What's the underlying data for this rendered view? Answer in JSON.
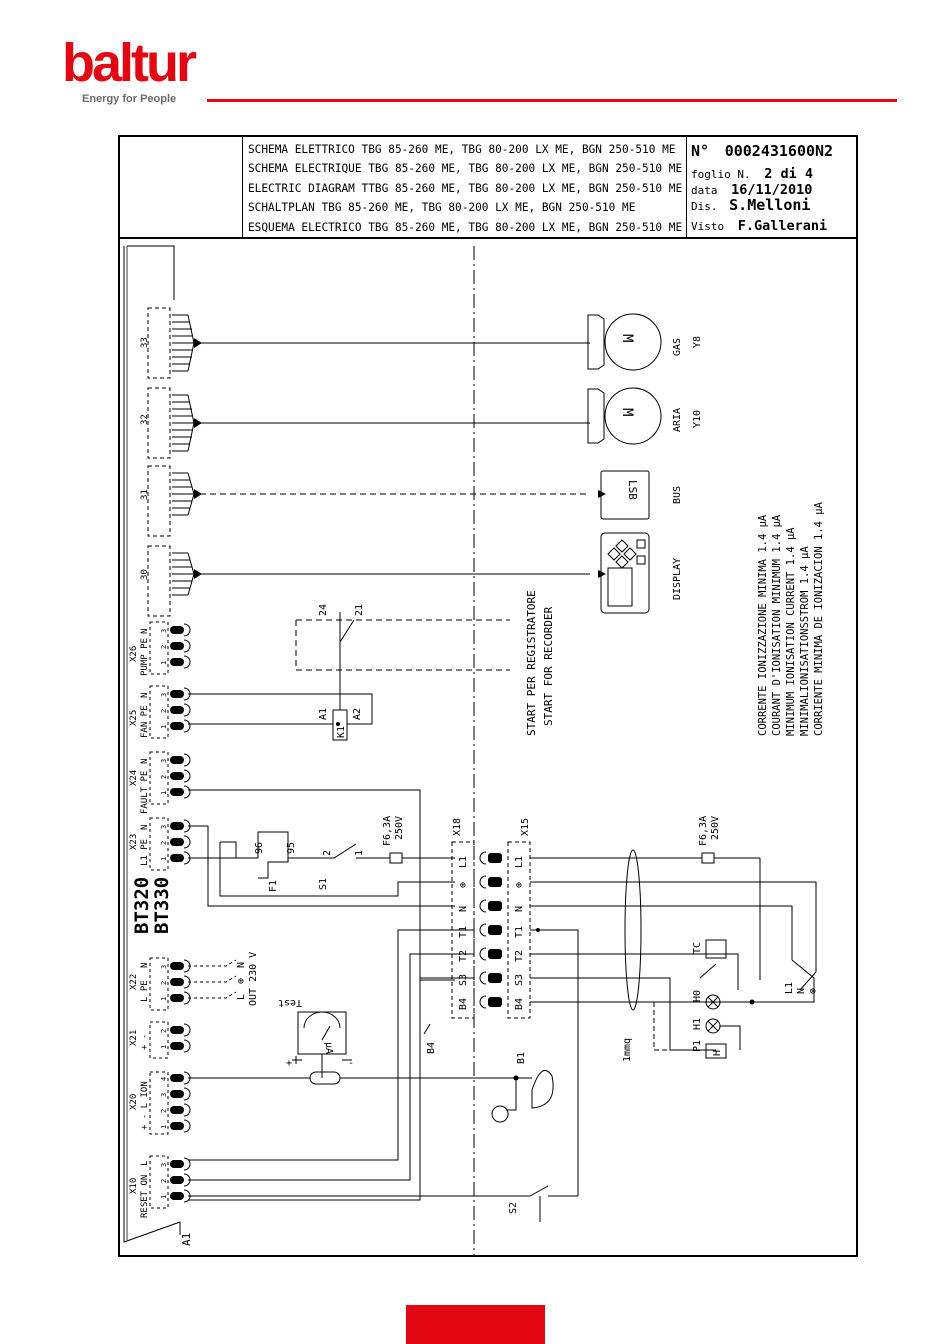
{
  "brand": {
    "name": "baltur",
    "tagline": "Energy for People",
    "accent": "#e30613"
  },
  "title_block": {
    "titles": [
      "SCHEMA ELETTRICO TBG 85-260 ME, TBG 80-200 LX ME, BGN 250-510 ME",
      "SCHEMA ELECTRIQUE TBG 85-260 ME, TBG 80-200 LX ME, BGN 250-510 ME",
      "ELECTRIC DIAGRAM TTBG 85-260 ME, TBG 80-200 LX ME, BGN 250-510 ME",
      "SCHALTPLAN TBG 85-260 ME, TBG 80-200 LX ME, BGN 250-510 ME",
      "ESQUEMA ELECTRICO TBG 85-260 ME, TBG 80-200 LX ME, BGN 250-510 ME"
    ],
    "number_label": "N°",
    "number_value": "0002431600N2",
    "sheet_label": "foglio N.",
    "sheet_value": "2 di 4",
    "date_label": "data",
    "date_value": "16/11/2010",
    "drawn_label": "Dis.",
    "drawn_value": "S.Melloni",
    "checked_label": "Visto",
    "checked_value": "F.Gallerani"
  },
  "diagram": {
    "controller": {
      "label1": "BT320",
      "label2": "BT330",
      "ref": "A1"
    },
    "connectors": {
      "x33": "33",
      "x32": "32",
      "x31": "31",
      "x30": "30",
      "x26": "X26",
      "x26_sub": "PUMP PE",
      "x26_n": "N",
      "x25": "X25",
      "x25_sub": "FAN PE",
      "x25_n": "N",
      "x24": "X24",
      "x24_sub": "FAULT PE",
      "x24_n": "N",
      "x23": "X23",
      "x23_sub": "L1 PE",
      "x23_n": "N",
      "x22": "X22",
      "x22_sub": "L PE",
      "x22_n": "N",
      "x21": "X21",
      "x21_sub": "+ -",
      "x20": "X20",
      "x20_sub": "+ - L ION",
      "x10": "X10",
      "x10_sub": "RESET ON",
      "x10_l": "L"
    },
    "pins": [
      "1",
      "2",
      "3",
      "4"
    ],
    "devices": {
      "gas": "GAS",
      "gas_ref": "Y8",
      "air": "ARIA",
      "air_ref": "Y10",
      "bus": "BUS",
      "lsb": "LSB",
      "display": "DISPLAY",
      "motor_glyph": "M"
    },
    "labels": {
      "k1": "K1",
      "a1": "A1",
      "a2": "A2",
      "c24": "24",
      "c21": "21",
      "start1": "START PER REGISTRATORE",
      "start2": "START FOR RECORDER",
      "fuse1": "F6,3A",
      "fuse1_v": "250V",
      "fuse2": "F6,3A",
      "fuse2_v": "250V",
      "f1": "F1",
      "p96": "96",
      "p95": "95",
      "s1": "S1",
      "s1_2": "2",
      "s1_1": "1",
      "out230": "OUT 230 V",
      "x22_pin_n": "N",
      "x22_pin_pe": "⊕",
      "x22_pin_l": "L",
      "test": "Test",
      "ua": "μA",
      "plus": "+",
      "minus": "-",
      "x18": "X18",
      "x15": "X15",
      "term_l1": "L1",
      "term_pe": "⊕",
      "term_n": "N",
      "term_t1": "T1",
      "term_t2": "T2",
      "term_s3": "S3",
      "term_b4": "B4",
      "b4": "B4",
      "b1": "B1",
      "s2": "S2",
      "mmq": "1mmq",
      "tc": "TC",
      "h0": "H0",
      "h1": "H1",
      "p1": "P1",
      "h": "H",
      "mains_l1": "L1",
      "mains_n": "N",
      "mains_pe": "⊕"
    },
    "ionisation_notes": [
      "CORRENTE IONIZZAZIONE MINIMA 1.4 μA",
      "COURANT D'IONISATION MINIMUM 1.4 μA",
      "MINIMUM IONISATION CURRENT 1.4 μA",
      "MINIMALIONISATIONSSTROM 1.4 μA",
      "CORRIENTE MINIMA DE IONIZACION 1.4 μA"
    ]
  }
}
